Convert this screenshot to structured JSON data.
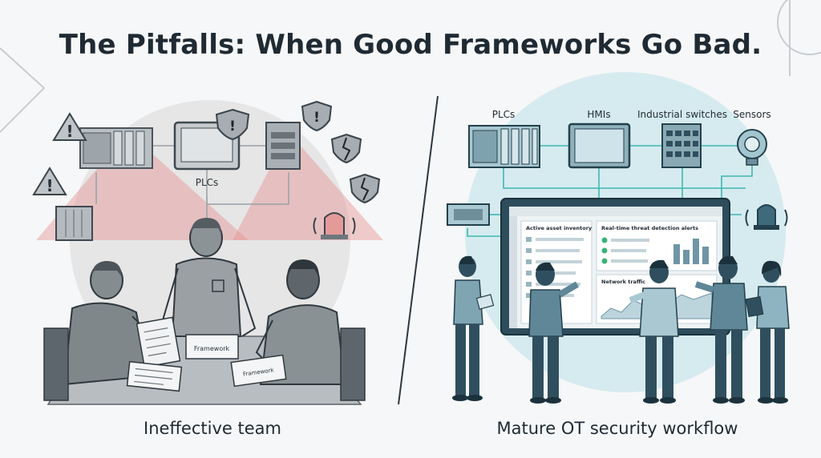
{
  "title": "The Pitfalls: When Good Frameworks Go Bad.",
  "left_panel": {
    "caption": "Ineffective team",
    "plc_label": "PLCs",
    "doc_label": "Framework",
    "doc_label_2": "Framework"
  },
  "right_panel": {
    "caption": "Mature OT security workflow",
    "device_labels": [
      "PLCs",
      "HMIs",
      "Industrial switches",
      "Sensors"
    ],
    "dashboard": {
      "panel1_title": "Active asset inventory",
      "panel2_title": "Real-time threat detection alerts",
      "panel3_title": "Network traffic"
    }
  },
  "colors": {
    "title": "#1f2a33",
    "left_glow": "#e8e8e8",
    "right_glow": "#d3e9ee",
    "team_teal": "#6f93a1",
    "team_dark": "#2f4f5f",
    "alert_red": "#e58c8c"
  }
}
